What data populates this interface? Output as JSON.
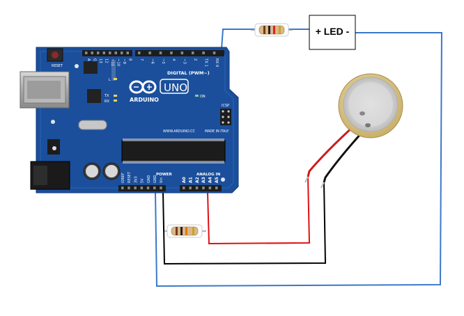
{
  "board": {
    "model": "UNO",
    "brand": "ARDUINO",
    "website": "WWW.ARDUINO.CC",
    "made_in": "MADE IN ITALY",
    "digital_label": "DIGITAL (PWM~)",
    "power_label": "POWER",
    "analog_label": "ANALOG IN",
    "icsp_label": "ICSP",
    "reset_label": "RESET",
    "header_pins_top": [
      "AREF",
      "GND",
      "13",
      "12",
      "~11",
      "~10",
      "~9",
      "8",
      "7",
      "~6",
      "~5",
      "4",
      "~3",
      "2",
      "TX 1",
      "RX 0"
    ],
    "power_pins": [
      "IOREF",
      "RESET",
      "3V3",
      "5V",
      "GND",
      "GND",
      "Vin"
    ],
    "analog_pins": [
      "A0",
      "A1",
      "A2",
      "A3",
      "A4",
      "A5"
    ],
    "tx_label": "TX",
    "rx_label": "RX",
    "l_label": "L",
    "on_label": "ON"
  },
  "components": {
    "led_label": "+ LED -",
    "resistor_top": "resistor",
    "resistor_bottom": "resistor",
    "piezo": "piezo"
  },
  "colors": {
    "board_blue": "#1b4f9c",
    "wire_blue": "#3a78c9",
    "wire_red": "#e01010",
    "wire_black": "#000000"
  }
}
